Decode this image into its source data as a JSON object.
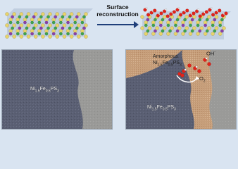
{
  "arrow": {
    "line1": "Surface",
    "line2": "reconstruction"
  },
  "tem_left": {
    "material": "Ni",
    "sub1": "1.5",
    "mid": "Fe",
    "sub2": "0.5",
    "end": "PS",
    "sub3": "3"
  },
  "tem_right": {
    "amorphous_word": "Amorphous",
    "shell": {
      "material": "Ni",
      "sub1": "1.5",
      "mid": "Fe",
      "sub2": "0.5",
      "end": "PS",
      "sub3": "3"
    },
    "core": {
      "material": "Ni",
      "sub1": "1.5",
      "mid": "Fe",
      "sub2": "0.5",
      "end": "PS",
      "sub3": "3"
    },
    "oh": "OH",
    "oh_charge": "-",
    "o2": "O",
    "o2_sub": "2"
  },
  "colors": {
    "background": "#d9e4f1",
    "s_atom": "#e8d36a",
    "ni_atom": "#3fa34d",
    "fe_atom": "#8a3fa8",
    "o_atom": "#e2231a",
    "h_atom": "#f2f2f2"
  }
}
